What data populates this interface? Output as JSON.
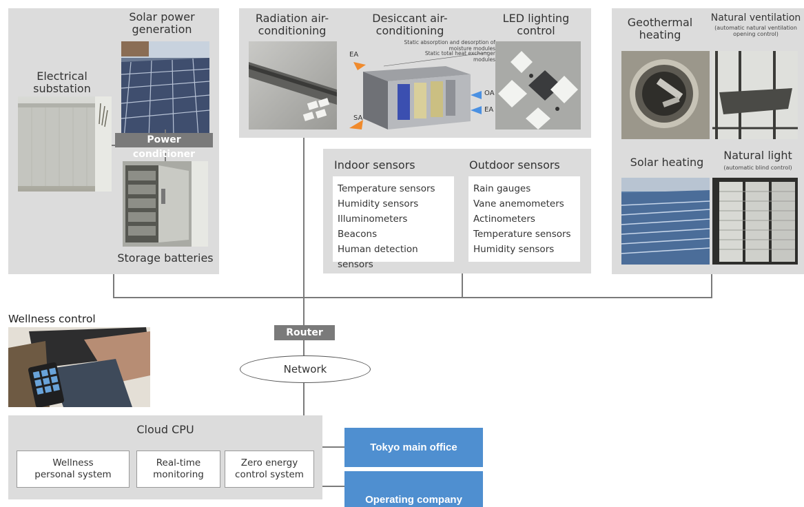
{
  "electrical": {
    "substation_label": "Electrical substation",
    "solar_label": "Solar power generation",
    "power_conditioner_label": "Power conditioner",
    "storage_label": "Storage batteries"
  },
  "hvac": {
    "radiation_label": "Radiation air-conditioning",
    "desiccant_label": "Desiccant air-conditioning",
    "led_label": "LED lighting control",
    "desiccant_note_1": "Static absorption and desorption of moisture modules",
    "desiccant_note_2": "Static total heat exchanger modules",
    "ea_top": "EA",
    "sa": "SA",
    "oa": "OA",
    "ea_right": "EA"
  },
  "sensors": {
    "indoor_title": "Indoor sensors",
    "indoor_items": [
      "Temperature sensors",
      "Humidity sensors",
      "Illuminometers",
      "Beacons",
      "Human detection sensors"
    ],
    "outdoor_title": "Outdoor sensors",
    "outdoor_items": [
      "Rain gauges",
      "Vane anemometers",
      "Actinometers",
      "Temperature sensors",
      "Humidity sensors"
    ]
  },
  "natural": {
    "geothermal_label": "Geothermal heating",
    "ventilation_label": "Natural ventilation",
    "ventilation_sub": "(automatic natural ventilation opening control)",
    "solar_heating_label": "Solar heating",
    "natural_light_label": "Natural light",
    "natural_light_sub": "(automatic blind control)"
  },
  "network": {
    "router_label": "Router",
    "network_label": "Network",
    "wellness_label": "Wellness control"
  },
  "cloud": {
    "title": "Cloud CPU",
    "systems": [
      "Wellness personal system",
      "Real-time monitoring",
      "Zero energy control system"
    ]
  },
  "offices": {
    "tokyo": "Tokyo main office",
    "operating": "Operating company"
  },
  "colors": {
    "panel": "#dcdcdc",
    "connector": "#7a7a7a",
    "office_blue": "#4f8fd0",
    "arrow_orange": "#f08a2c",
    "arrow_blue": "#4a90e2"
  }
}
